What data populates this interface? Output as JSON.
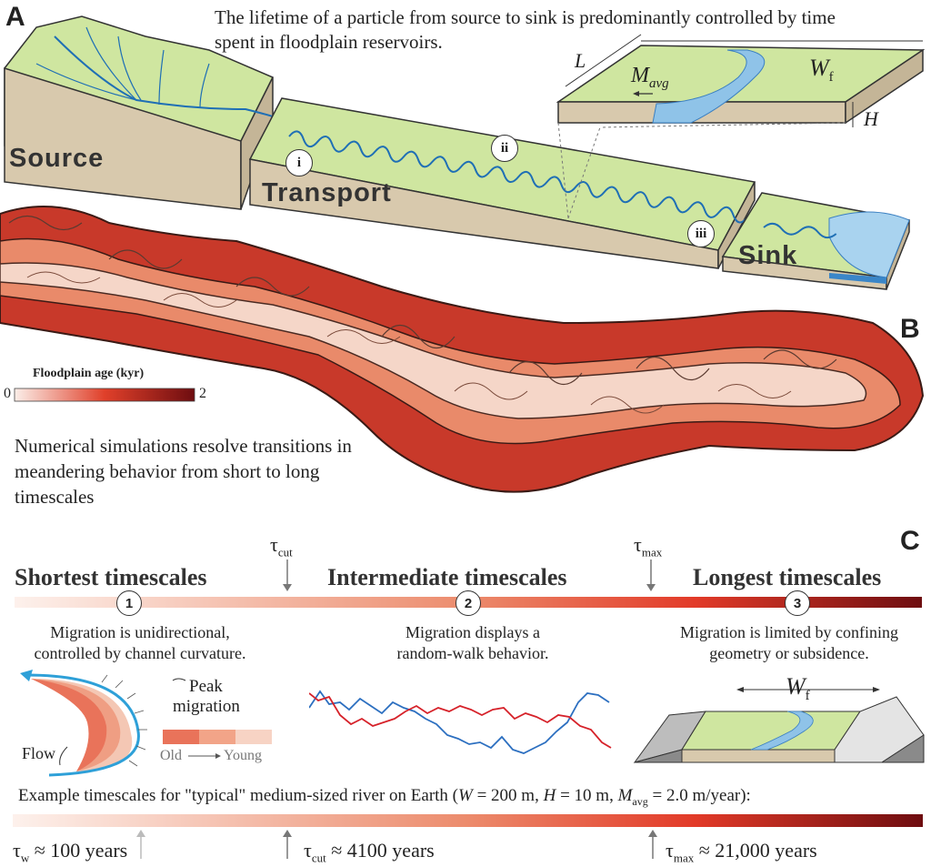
{
  "panels": {
    "a": "A",
    "b": "B",
    "c": "C"
  },
  "intro_text": "The lifetime of a particle from source to sink is predominantly controlled by time spent in floodplain reservoirs.",
  "stages": {
    "source": "Source",
    "transport": "Transport",
    "sink": "Sink"
  },
  "markers": [
    "i",
    "ii",
    "iii"
  ],
  "inset": {
    "L": "L",
    "M": "M",
    "M_sub": "avg",
    "Wf": "W",
    "Wf_sub": "f",
    "H": "H"
  },
  "panel_b": {
    "legend_title": "Floodplain age (kyr)",
    "legend_min": "0",
    "legend_max": "2",
    "description": "Numerical simulations resolve transitions in meandering behavior from short to long timescales"
  },
  "panel_c": {
    "tau_cut": {
      "sym": "τ",
      "sub": "cut"
    },
    "tau_max": {
      "sym": "τ",
      "sub": "max"
    },
    "headings": [
      "Shortest timescales",
      "Intermediate timescales",
      "Longest timescales"
    ],
    "numbers": [
      "1",
      "2",
      "3"
    ],
    "descriptions": [
      [
        "Migration is unidirectional,",
        "controlled by channel curvature."
      ],
      [
        "Migration displays a",
        "random-walk behavior."
      ],
      [
        "Migration is limited by confining",
        "geometry or subsidence."
      ]
    ],
    "diagram1": {
      "flow": "Flow",
      "peak": "Peak",
      "migration": "migration",
      "old": "Old",
      "young": "Young"
    },
    "diagram3": {
      "Wf": "W",
      "Wf_sub": "f"
    },
    "example_prefix": "Example timescales for \"typical\" medium-sized river on Earth (",
    "example_W": "W",
    "example_W_val": " = 200 m, ",
    "example_H": "H",
    "example_H_val": " = 10 m, ",
    "example_M": "M",
    "example_M_sub": "avg",
    "example_M_val": " = 2.0 m/year):",
    "tau_w": {
      "sym": "τ",
      "sub": "w",
      "val": " ≈ 100 years"
    },
    "tau_cut_val": {
      "sym": "τ",
      "sub": "cut",
      "val": " ≈ 4100 years"
    },
    "tau_max_val": {
      "sym": "τ",
      "sub": "max",
      "val": " ≈ 21,000 years"
    }
  },
  "colors": {
    "floodplain": "#cfe6a0",
    "channel": "#1f6fb5",
    "water": "#8fc3e8",
    "earth": "#d8c9ad",
    "grad_light": "#fbeee8",
    "grad_mid": "#e0402a",
    "grad_dark": "#6e0d10"
  }
}
